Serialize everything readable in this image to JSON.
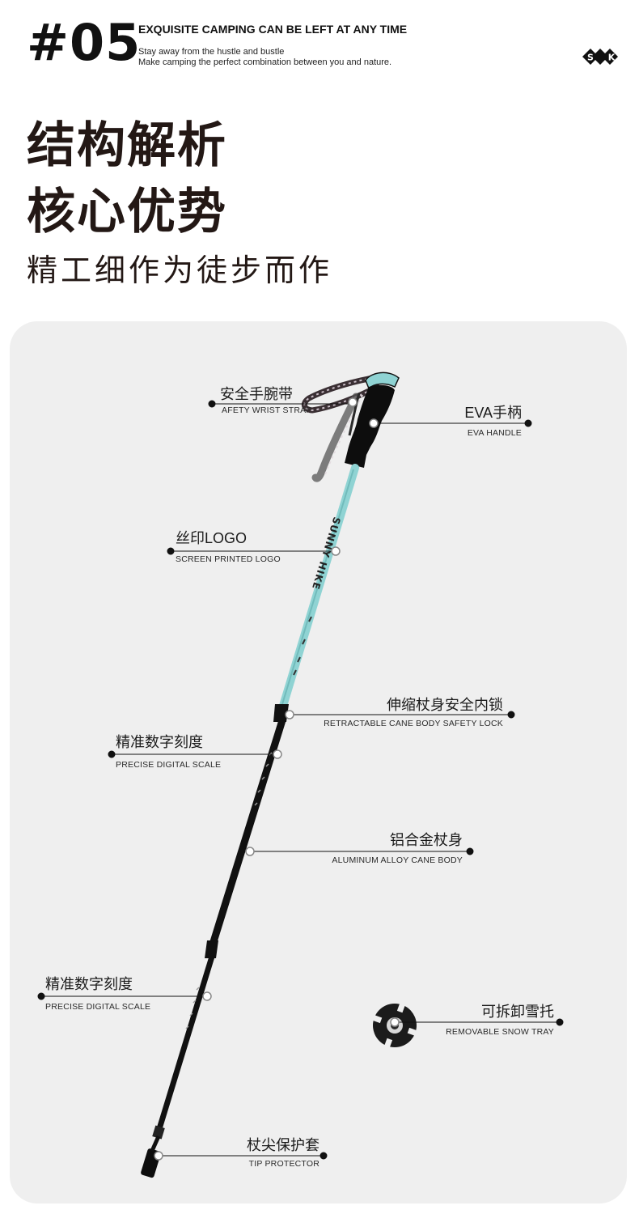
{
  "header": {
    "number": "#05",
    "title": "EXQUISITE CAMPING CAN BE LEFT AT ANY TIME",
    "sub_line1": "Stay away from the hustle and bustle",
    "sub_line2": "Make camping the perfect combination between you and nature.",
    "brand_icon": "sk-logo-icon"
  },
  "heading": {
    "line1": "结构解析",
    "line2": "核心优势",
    "tagline": "精工细作为徒步而作"
  },
  "pole_print": "SUNNY HIKE",
  "annotations": {
    "strap": {
      "cn": "安全手腕带",
      "en": "AFETY WRIST STRAP"
    },
    "handle": {
      "cn": "EVA手柄",
      "en": "EVA HANDLE"
    },
    "logo": {
      "cn": "丝印LOGO",
      "en": "SCREEN PRINTED LOGO"
    },
    "lock": {
      "cn": "伸缩杖身安全内锁",
      "en": "RETRACTABLE CANE BODY SAFETY LOCK"
    },
    "scale1": {
      "cn": "精准数字刻度",
      "en": "PRECISE DIGITAL SCALE"
    },
    "body": {
      "cn": "铝合金杖身",
      "en": "ALUMINUM ALLOY CANE BODY"
    },
    "scale2": {
      "cn": "精准数字刻度",
      "en": "PRECISE DIGITAL SCALE"
    },
    "snow": {
      "cn": "可拆卸雪托",
      "en": "REMOVABLE SNOW TRAY"
    },
    "tip": {
      "cn": "杖尖保护套",
      "en": "TIP PROTECTOR"
    }
  },
  "colors": {
    "accent": "#8fd3d3",
    "pole_black": "#111111",
    "panel": "#efefef",
    "text": "#231815"
  }
}
